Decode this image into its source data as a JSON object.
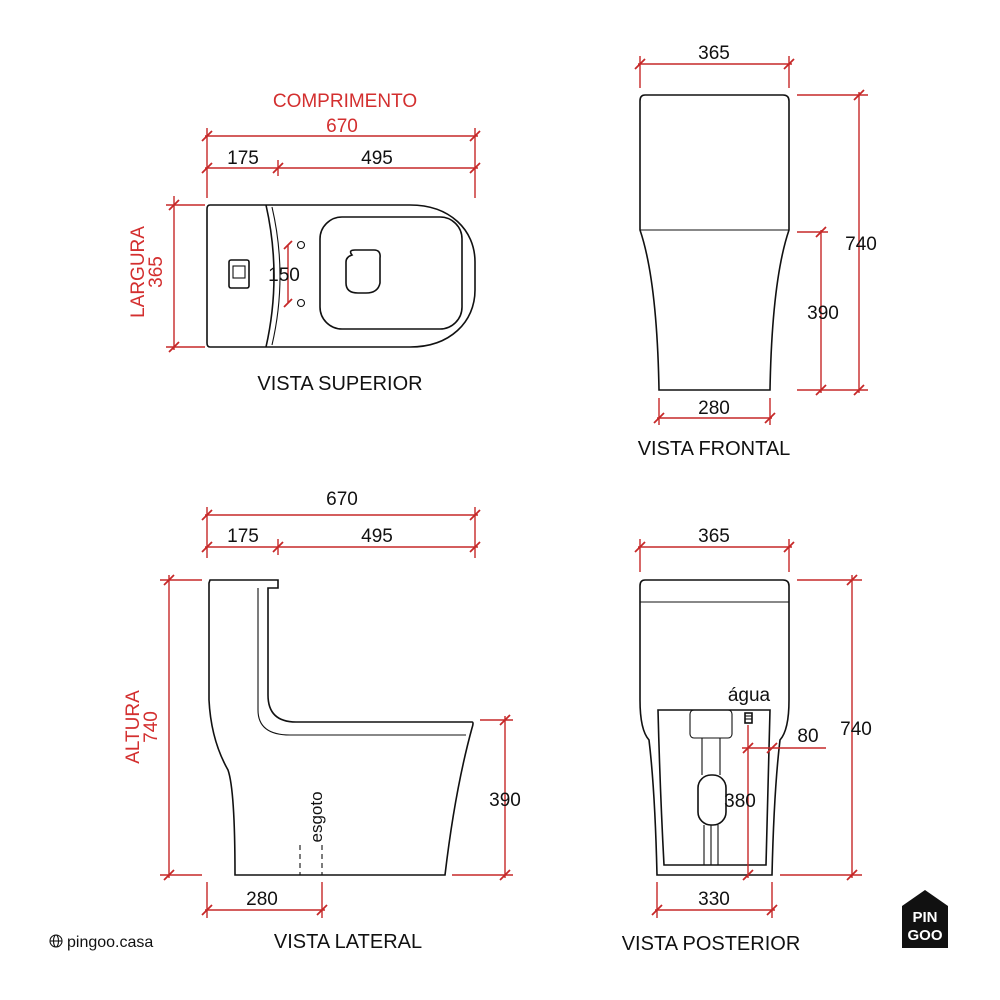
{
  "top_view": {
    "title": "VISTA SUPERIOR",
    "length_label": "COMPRIMENTO",
    "length": "670",
    "tank_depth": "175",
    "bowl_depth": "495",
    "width_label": "LARGURA",
    "width": "365",
    "fixing_spacing": "150"
  },
  "front_view": {
    "title": "VISTA FRONTAL",
    "top_width": "365",
    "total_height": "740",
    "base_height": "390",
    "base_width": "280"
  },
  "side_view": {
    "title": "VISTA LATERAL",
    "length": "670",
    "tank_depth": "175",
    "bowl_depth": "495",
    "height_label": "ALTURA",
    "height": "740",
    "bowl_height": "390",
    "base_length": "280",
    "drain_label": "esgoto"
  },
  "rear_view": {
    "title": "VISTA POSTERIOR",
    "top_width": "365",
    "total_height": "740",
    "water_label": "água",
    "water_offset": "80",
    "water_height": "380",
    "base_width": "330"
  },
  "brand": {
    "site": "pingoo.casa",
    "logo_line1": "PIN",
    "logo_line2": "GOO"
  }
}
